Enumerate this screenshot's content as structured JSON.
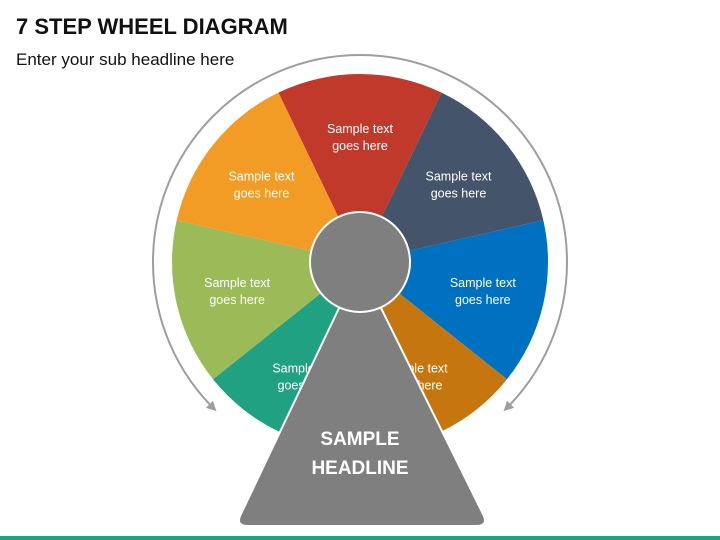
{
  "header": {
    "title": "7 STEP WHEEL DIAGRAM",
    "subtitle": "Enter your sub headline here"
  },
  "segments": [
    {
      "line1": "Sample text",
      "line2": "goes here",
      "color": "#c0392b",
      "name": "top"
    },
    {
      "line1": "Sample text",
      "line2": "goes here",
      "color": "#44546a",
      "name": "upper-right"
    },
    {
      "line1": "Sample text",
      "line2": "goes here",
      "color": "#0070c0",
      "name": "right"
    },
    {
      "line1": "Sample text",
      "line2": "goes here",
      "color": "#c5760e",
      "name": "lower-right"
    },
    {
      "line1": "Sample text",
      "line2": "goes here",
      "color": "#1fa182",
      "name": "lower-left"
    },
    {
      "line1": "Sample text",
      "line2": "goes here",
      "color": "#9bbb59",
      "name": "left"
    },
    {
      "line1": "Sample text",
      "line2": "goes here",
      "color": "#f29b25",
      "name": "upper-left"
    }
  ],
  "hub": {
    "color": "#7f7f7f"
  },
  "stand": {
    "line1": "SAMPLE",
    "line2": "HEADLINE",
    "color": "#7f7f7f"
  },
  "ring": {
    "color": "#9e9e9e"
  },
  "bottom_bar": {
    "color": "#1fa182"
  }
}
